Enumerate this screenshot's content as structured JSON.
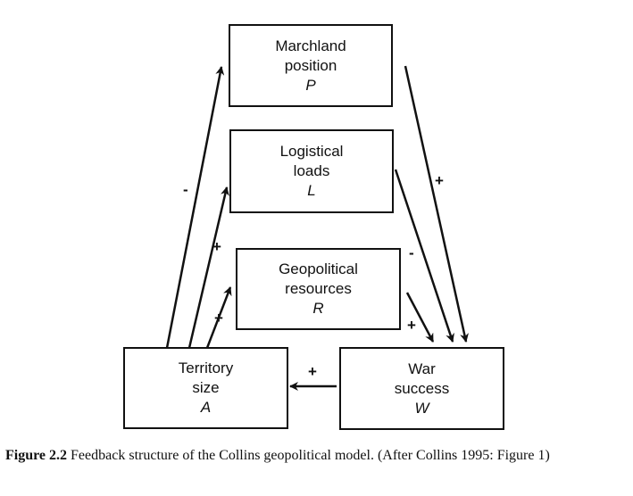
{
  "nodes": {
    "marchland": {
      "line1": "Marchland",
      "line2": "position",
      "symbol": "P"
    },
    "logistical": {
      "line1": "Logistical",
      "line2": "loads",
      "symbol": "L"
    },
    "geopolitical": {
      "line1": "Geopolitical",
      "line2": "resources",
      "symbol": "R"
    },
    "territory": {
      "line1": "Territory",
      "line2": "size",
      "symbol": "A"
    },
    "war": {
      "line1": "War",
      "line2": "success",
      "symbol": "W"
    }
  },
  "edges": [
    {
      "from": "Territory size",
      "to": "Marchland position",
      "sign": "-"
    },
    {
      "from": "Territory size",
      "to": "Logistical loads",
      "sign": "+"
    },
    {
      "from": "Territory size",
      "to": "Geopolitical resources",
      "sign": "+"
    },
    {
      "from": "Marchland position",
      "to": "War success",
      "sign": "+"
    },
    {
      "from": "Logistical loads",
      "to": "War success",
      "sign": "-"
    },
    {
      "from": "Geopolitical resources",
      "to": "War success",
      "sign": "+"
    },
    {
      "from": "War success",
      "to": "Territory size",
      "sign": "+"
    }
  ],
  "caption": {
    "label": "Figure 2.2",
    "text": " Feedback structure of the Collins geopolitical model. (After Collins 1995: Figure 1)"
  }
}
